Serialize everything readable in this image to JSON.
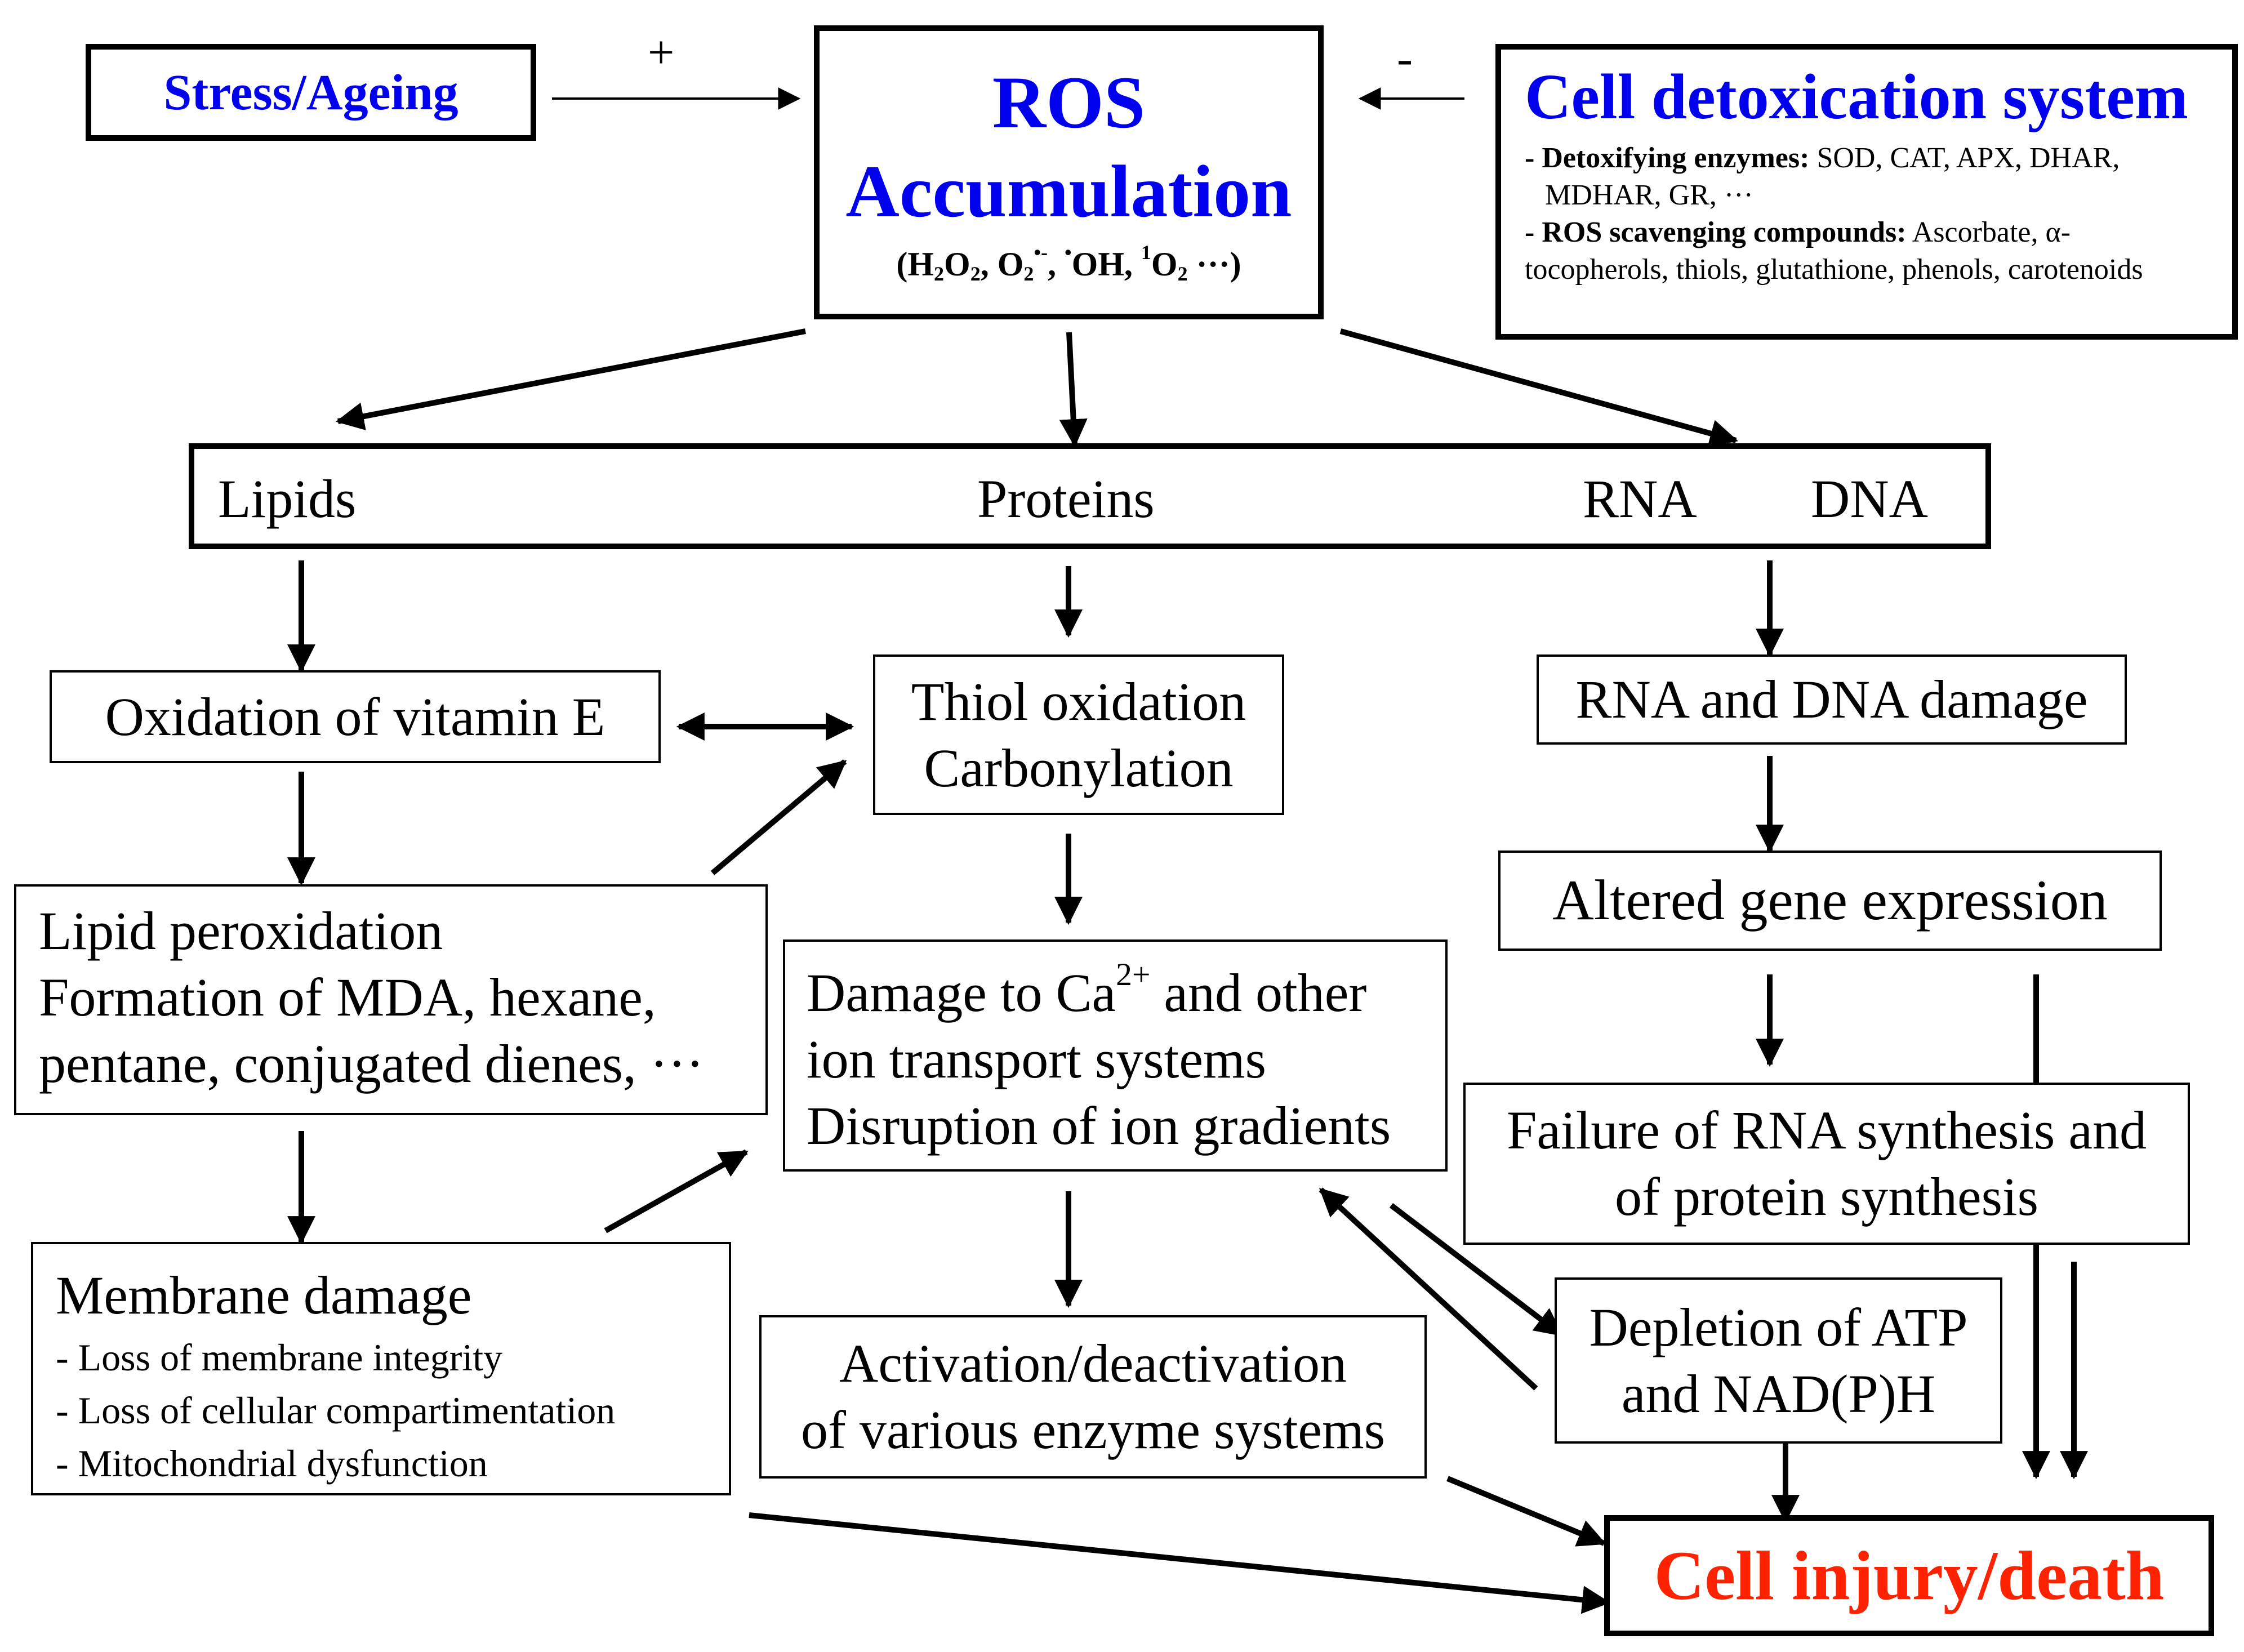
{
  "colors": {
    "ink": "#000000",
    "blue": "#0000ee",
    "red": "#ff2200"
  },
  "stress": "Stress/Ageing",
  "plus_sign": "+",
  "minus_sign": "-",
  "ros": {
    "title1": "ROS",
    "title2": "Accumulation",
    "open": "(",
    "h": "H",
    "two": "2",
    "o": "O",
    "rad": "•-",
    "comma": ", ",
    "dot": "•",
    "oh": "OH",
    "one": "1",
    "ellipsis": " ···)"
  },
  "detox": {
    "title": "Cell detoxication system",
    "enz_head": "- Detoxifying enzymes:",
    "enz_items": " SOD, CAT, APX, DHAR,",
    "enz_items2": "MDHAR, GR, ···",
    "scav_head": "- ROS scavenging compounds:",
    "scav_items": " Ascorbate, α-",
    "scav_items2": "tocopherols, thiols, glutathione, phenols, carotenoids"
  },
  "targets": {
    "lipids": "Lipids",
    "proteins": "Proteins",
    "rna": "RNA",
    "dna": "DNA"
  },
  "vitamin_e": "Oxidation of vitamin E",
  "thiol": {
    "line1": "Thiol oxidation",
    "line2": "Carbonylation"
  },
  "rna_dna_damage": "RNA and DNA damage",
  "lipid_perox": {
    "line1": "Lipid peroxidation",
    "line2": "Formation of MDA, hexane,",
    "line3": "pentane, conjugated dienes, ···"
  },
  "ion": {
    "line1_a": "Damage to Ca",
    "line1_sup": "2+",
    "line1_b": " and other",
    "line2": "ion transport systems",
    "line3": "Disruption of ion gradients"
  },
  "gene_expr": "Altered gene expression",
  "failure": {
    "line1": "Failure of RNA synthesis and",
    "line2": "of  protein synthesis"
  },
  "membrane": {
    "title": "Membrane damage",
    "items": [
      "- Loss of membrane integrity",
      "- Loss of cellular compartimentation",
      "- Mitochondrial dysfunction"
    ]
  },
  "enzyme": {
    "line1": "Activation/deactivation",
    "line2": "of various enzyme systems"
  },
  "atp": {
    "line1": "Depletion of ATP",
    "line2": "and NAD(P)H"
  },
  "injury": "Cell injury/death"
}
